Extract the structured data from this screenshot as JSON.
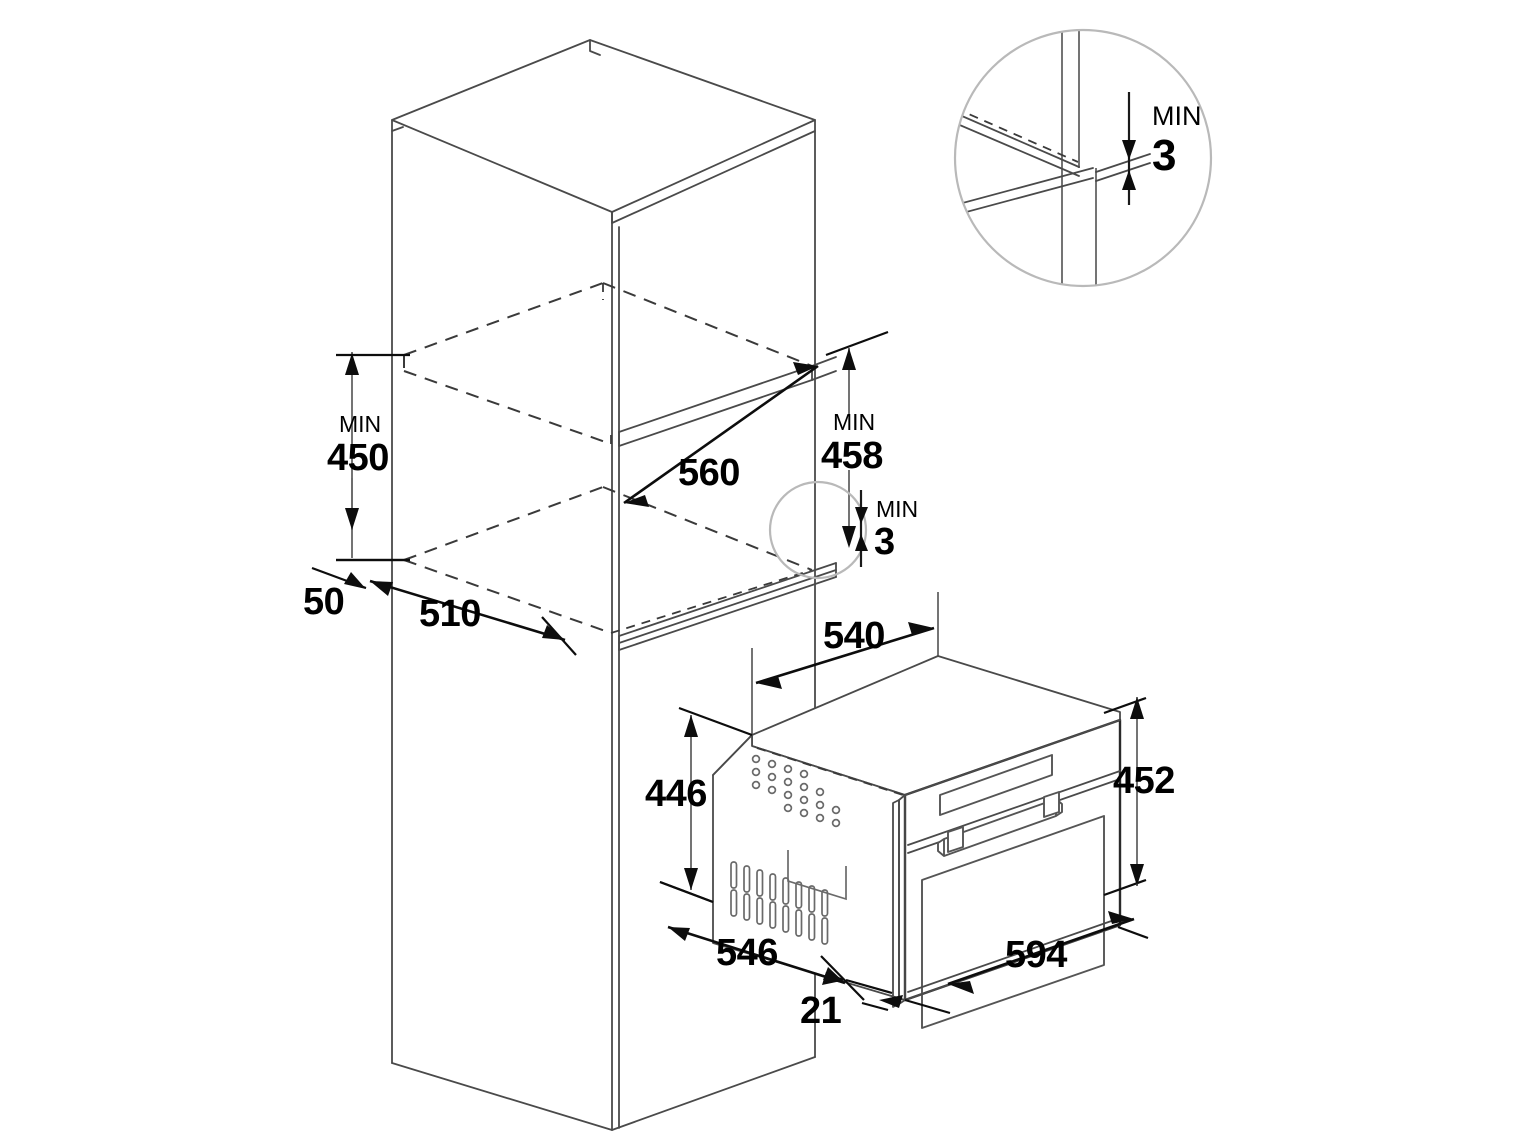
{
  "diagram": {
    "title": "Built-in oven niche installation dimensions",
    "units": "mm",
    "background_color": "#ffffff",
    "line_color": "#3a3a3a",
    "dimension_color": "#000000",
    "detail_circle_color": "#b9b9b9"
  },
  "labels": {
    "min_prefix": "MIN"
  },
  "dimensions": {
    "niche_height_min": {
      "value": "450",
      "prefix": "MIN",
      "is_min": true
    },
    "niche_depth_front": {
      "value": "50",
      "prefix": "",
      "is_min": false
    },
    "niche_depth": {
      "value": "510",
      "prefix": "",
      "is_min": false
    },
    "niche_width": {
      "value": "560",
      "prefix": "",
      "is_min": false
    },
    "niche_opening_height_min": {
      "value": "458",
      "prefix": "MIN",
      "is_min": true
    },
    "gap_min_front": {
      "value": "3",
      "prefix": "MIN",
      "is_min": true
    },
    "gap_min_detail": {
      "value": "3",
      "prefix": "MIN",
      "is_min": true
    },
    "appliance_body_width": {
      "value": "540",
      "prefix": "",
      "is_min": false
    },
    "appliance_body_height": {
      "value": "446",
      "prefix": "",
      "is_min": false
    },
    "appliance_front_height": {
      "value": "452",
      "prefix": "",
      "is_min": false
    },
    "appliance_depth": {
      "value": "546",
      "prefix": "",
      "is_min": false
    },
    "appliance_front_width": {
      "value": "594",
      "prefix": "",
      "is_min": false
    },
    "appliance_front_overhang": {
      "value": "21",
      "prefix": "",
      "is_min": false
    }
  },
  "annotations": [
    {
      "name": "min-450",
      "text": "450",
      "prefix": "MIN"
    },
    {
      "name": "dim-50",
      "text": "50",
      "prefix": ""
    },
    {
      "name": "dim-510",
      "text": "510",
      "prefix": ""
    },
    {
      "name": "dim-560",
      "text": "560",
      "prefix": ""
    },
    {
      "name": "min-458",
      "text": "458",
      "prefix": "MIN"
    },
    {
      "name": "min-3-front",
      "text": "3",
      "prefix": "MIN"
    },
    {
      "name": "min-3-detail",
      "text": "3",
      "prefix": "MIN"
    },
    {
      "name": "dim-540",
      "text": "540",
      "prefix": ""
    },
    {
      "name": "dim-446",
      "text": "446",
      "prefix": ""
    },
    {
      "name": "dim-452",
      "text": "452",
      "prefix": ""
    },
    {
      "name": "dim-546",
      "text": "546",
      "prefix": ""
    },
    {
      "name": "dim-594",
      "text": "594",
      "prefix": ""
    },
    {
      "name": "dim-21",
      "text": "21",
      "prefix": ""
    }
  ]
}
